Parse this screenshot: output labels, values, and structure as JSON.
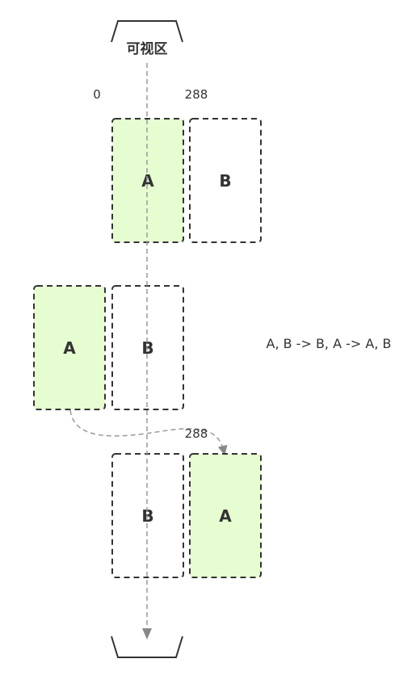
{
  "viewport_title": "可视区",
  "offset_start": "0",
  "offset_end": "288",
  "transition_offset": "288",
  "sequence_note": "A, B -> B, A -> A, B",
  "rows": [
    {
      "left": "A",
      "right": "B"
    },
    {
      "left": "A",
      "right": "B"
    },
    {
      "left": "B",
      "right": "A"
    }
  ],
  "colors": {
    "highlight_fill": "#e6fcd1",
    "box_stroke": "#333333",
    "axis_stroke": "#999999",
    "text": "#333333"
  }
}
